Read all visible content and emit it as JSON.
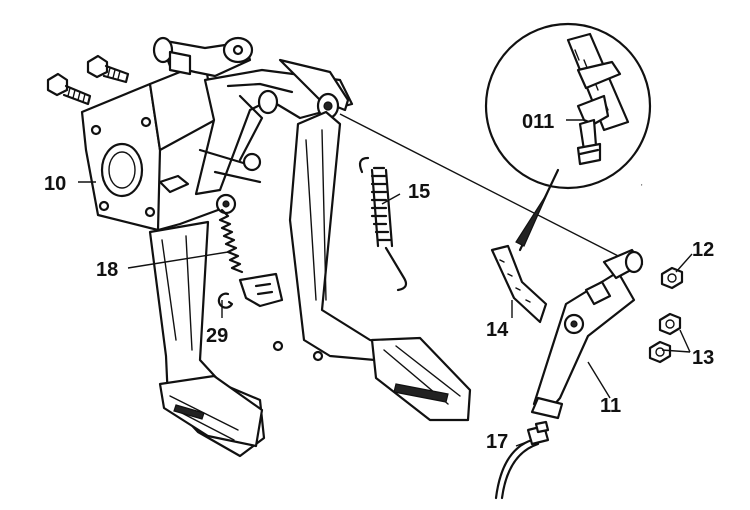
{
  "callouts": [
    {
      "id": "c10",
      "label": "10"
    },
    {
      "id": "c18",
      "label": "18"
    },
    {
      "id": "c29",
      "label": "29"
    },
    {
      "id": "c15",
      "label": "15"
    },
    {
      "id": "c011",
      "label": "011"
    },
    {
      "id": "c12",
      "label": "12"
    },
    {
      "id": "c14",
      "label": "14"
    },
    {
      "id": "c13",
      "label": "13"
    },
    {
      "id": "c11",
      "label": "11"
    },
    {
      "id": "c17",
      "label": "17"
    }
  ]
}
